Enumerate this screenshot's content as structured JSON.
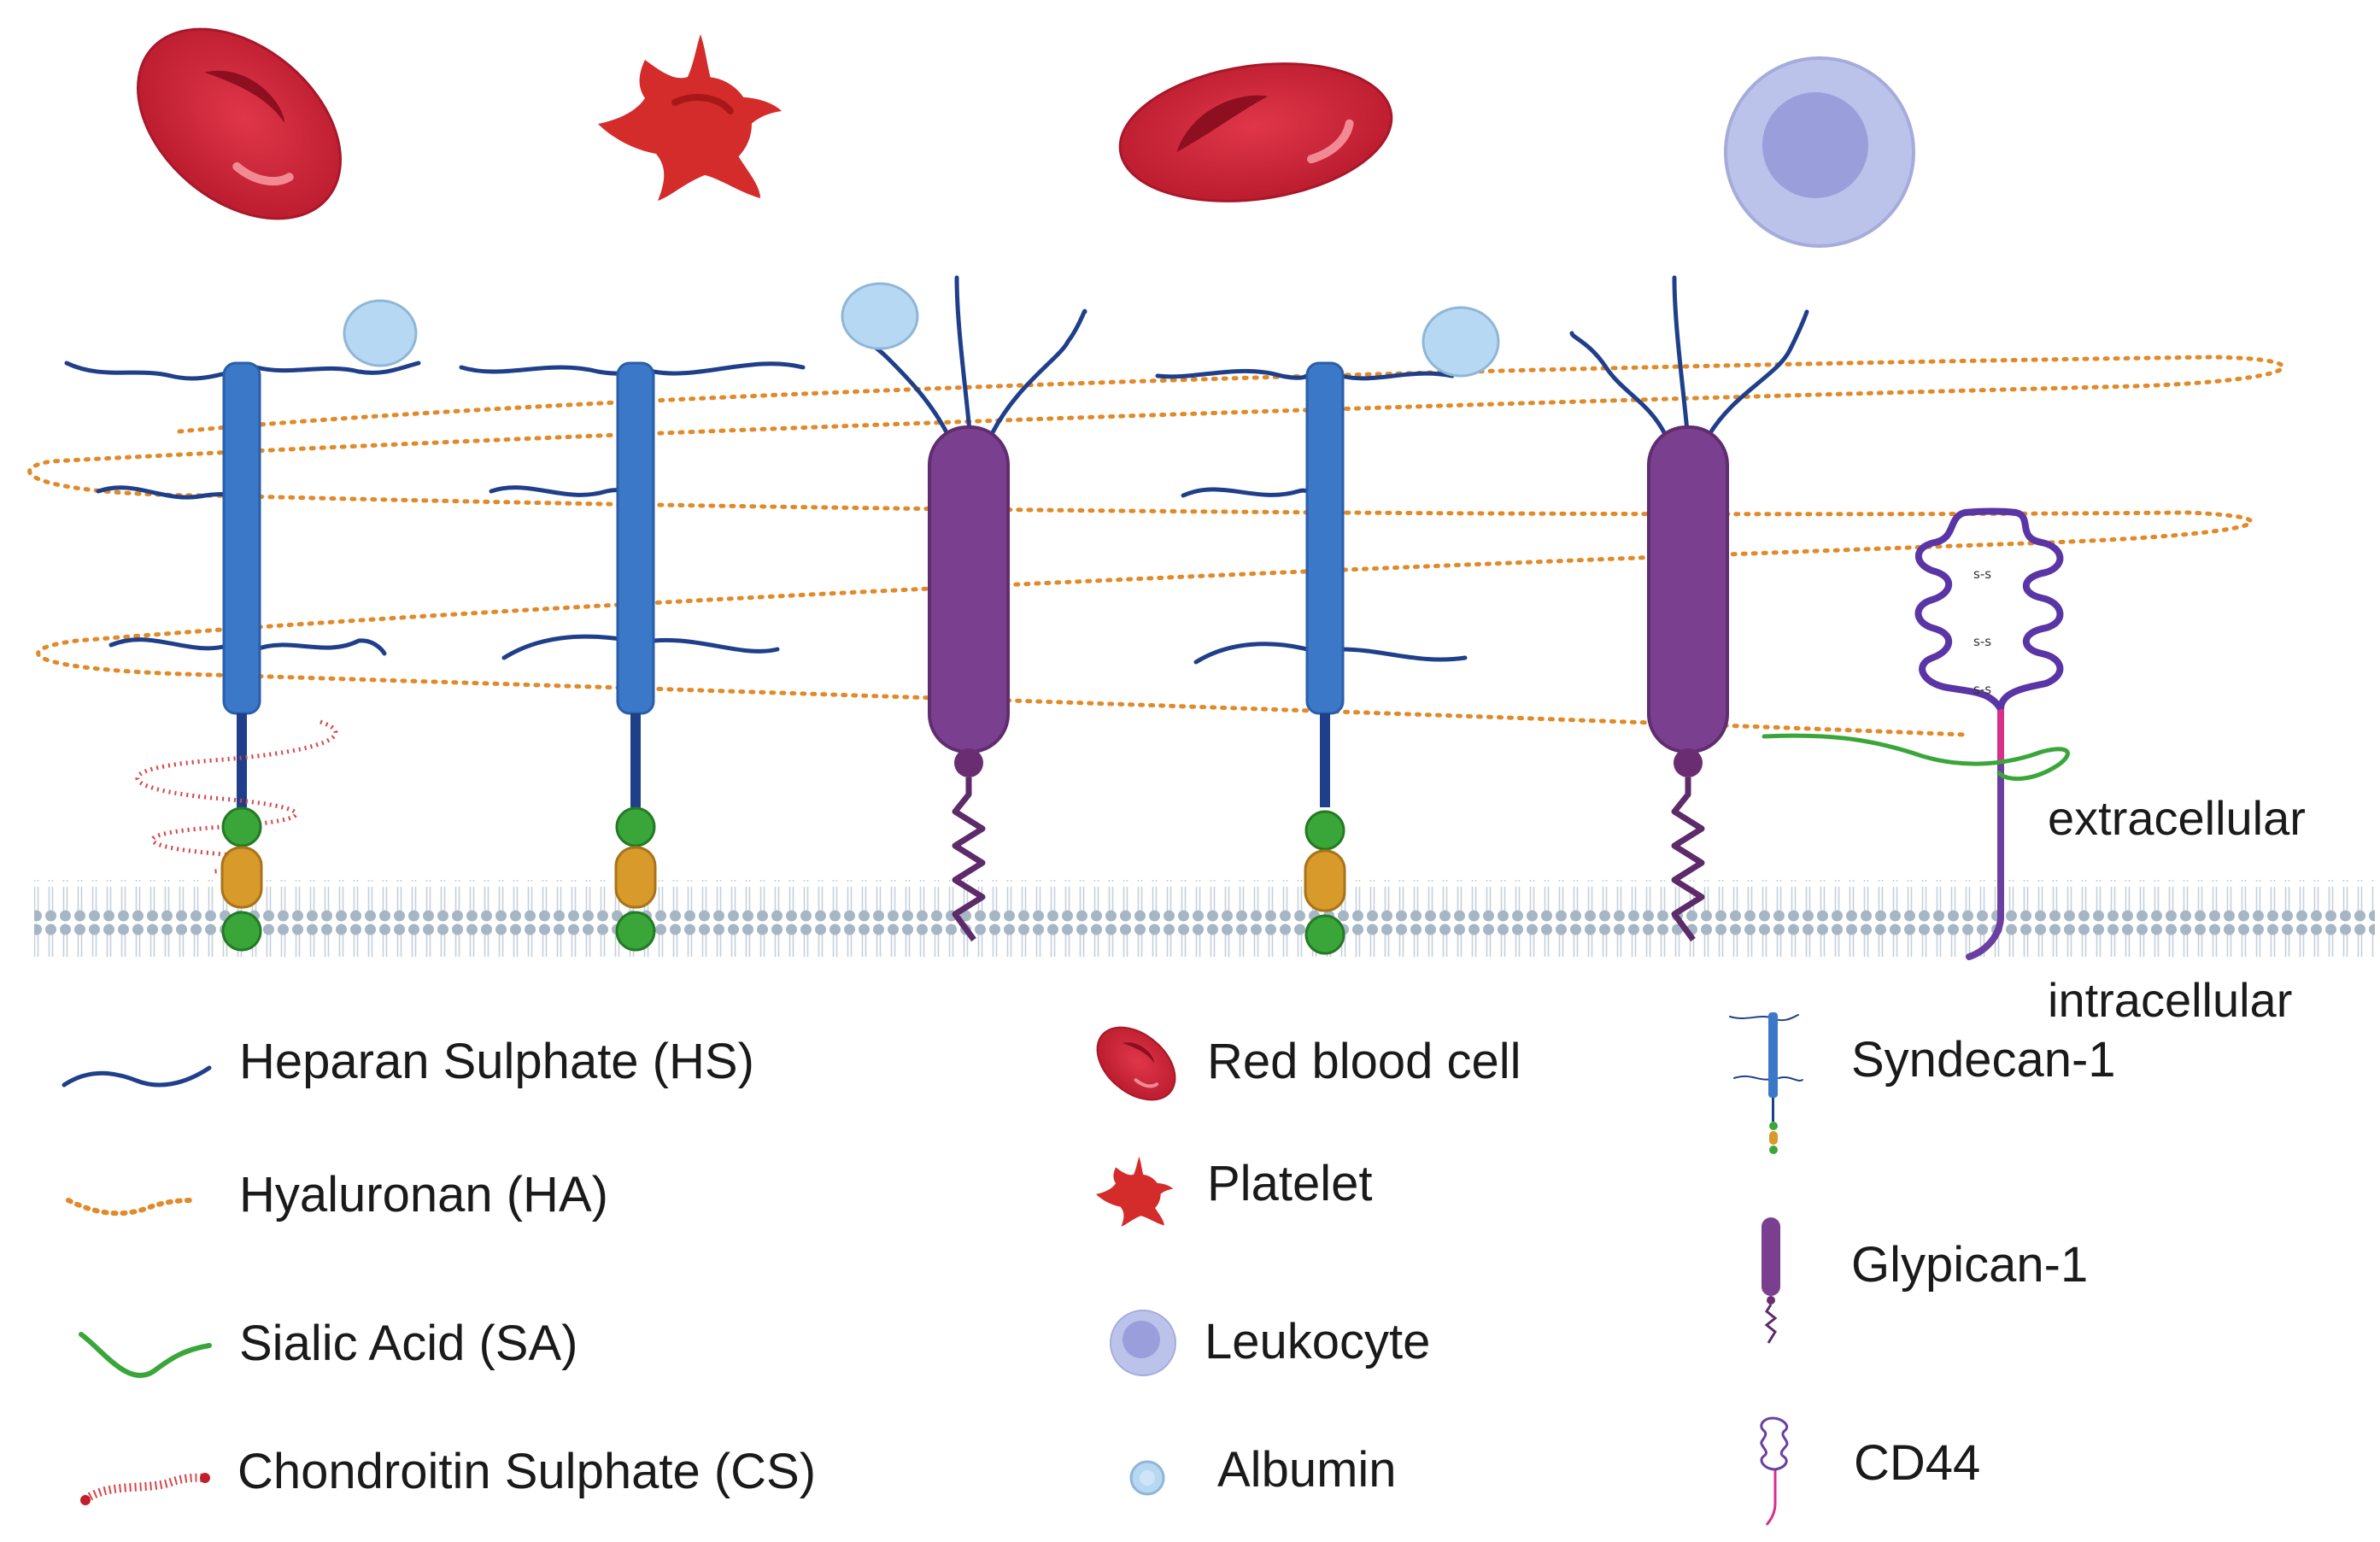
{
  "zones": {
    "extracellular": "extracellular",
    "intracellular": "intracellular"
  },
  "bond_label": "s-s",
  "legend": {
    "glycans": [
      {
        "icon": "heparan-sulphate-icon",
        "label": "Heparan Sulphate (HS)"
      },
      {
        "icon": "hyaluronan-icon",
        "label": "Hyaluronan (HA)"
      },
      {
        "icon": "sialic-acid-icon",
        "label": "Sialic Acid (SA)"
      },
      {
        "icon": "chondroitin-sulphate-icon",
        "label": "Chondroitin Sulphate (CS)"
      }
    ],
    "cells": [
      {
        "icon": "red-blood-cell-icon",
        "label": "Red blood cell"
      },
      {
        "icon": "platelet-icon",
        "label": "Platelet"
      },
      {
        "icon": "leukocyte-icon",
        "label": "Leukocyte"
      },
      {
        "icon": "albumin-icon",
        "label": "Albumin"
      }
    ],
    "proteins": [
      {
        "icon": "syndecan-1-icon",
        "label": "Syndecan-1"
      },
      {
        "icon": "glypican-1-icon",
        "label": "Glypican-1"
      },
      {
        "icon": "cd44-icon",
        "label": "CD44"
      }
    ]
  },
  "colors": {
    "heparan_sulphate": "#1f3f8a",
    "hyaluronan": "#e08a2a",
    "sialic_acid": "#3aa63a",
    "chondroitin_sulphate": "#d9434a",
    "red_blood_cell": "#d1263a",
    "platelet": "#d62f2f",
    "leukocyte": "#b9bfe8",
    "albumin": "#b7d8f2",
    "syndecan": "#3b78c8",
    "glypican": "#7b3f8f",
    "cd44": "#6a3fa0",
    "membrane": "#a9b8c6"
  }
}
